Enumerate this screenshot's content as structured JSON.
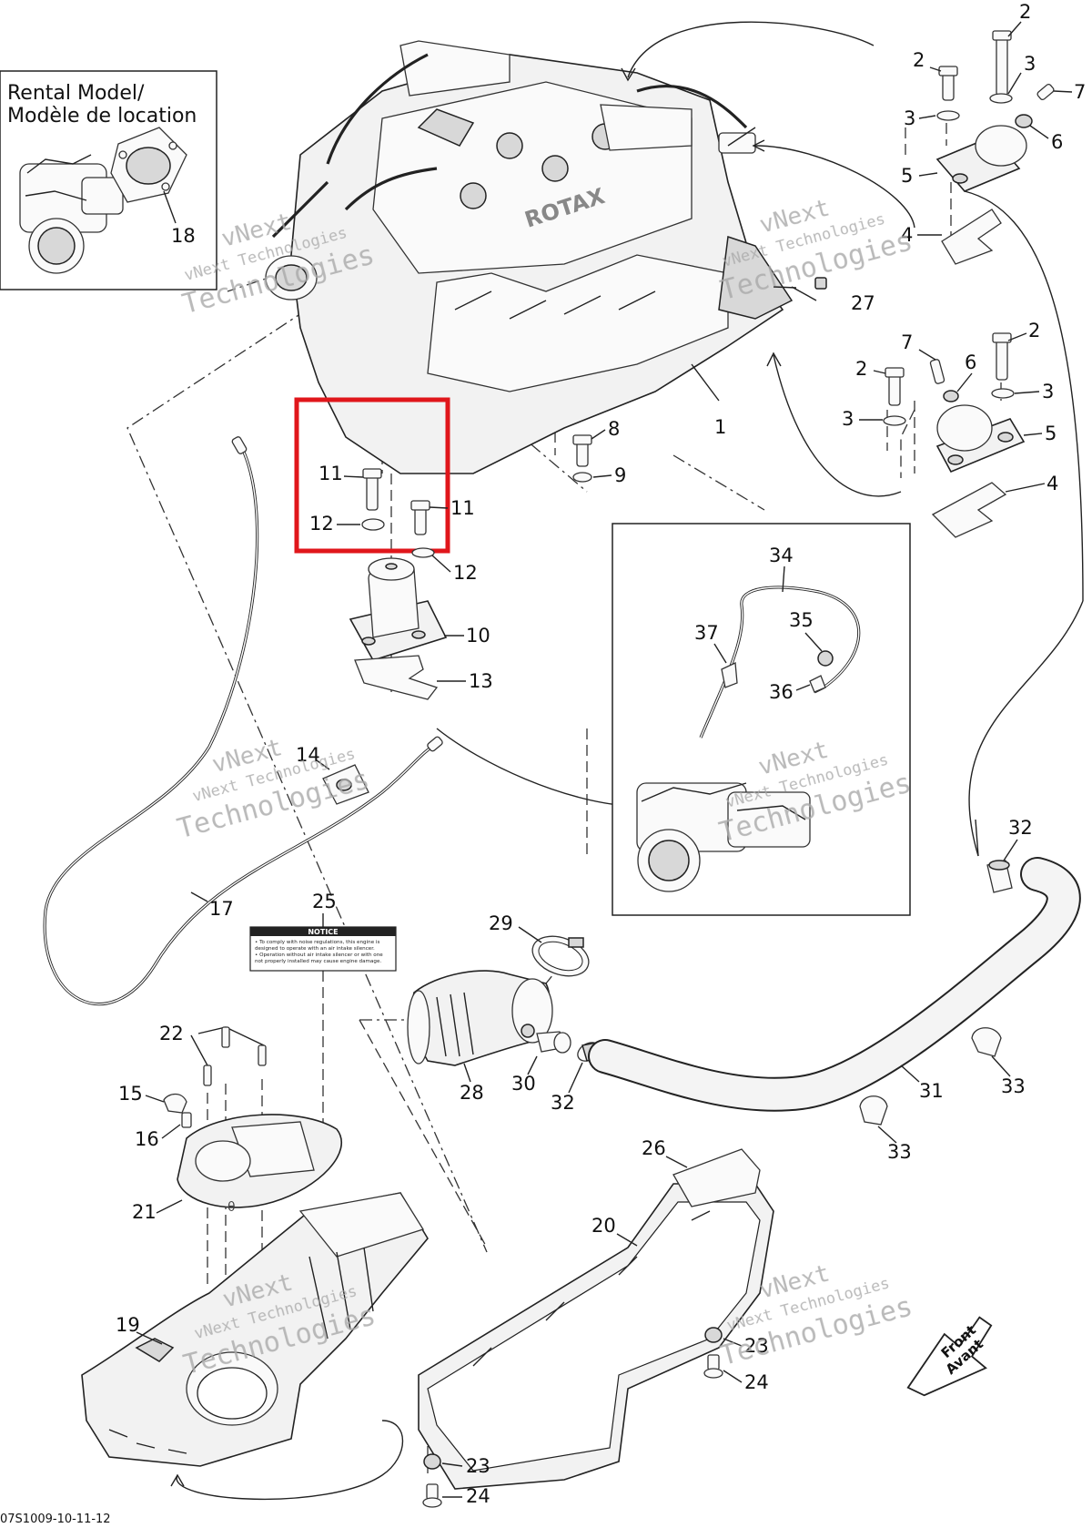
{
  "inset_box": {
    "title_line1": "Rental Model/",
    "title_line2": "Modèle de location"
  },
  "watermark": {
    "line1": "vNext",
    "line2": "vNext Technologies",
    "line3": "Technologies"
  },
  "notice_decal": {
    "title": "NOTICE",
    "body_line1": "• To comply with noise regulations, this engine is",
    "body_line2": "designed to operate with an air intake silencer.",
    "body_line3": "• Operation without air intake silencer or with one",
    "body_line4": "not properly installed may cause engine damage."
  },
  "engine_brand": "ROTAX",
  "front_arrow": {
    "line1": "Front",
    "line2": "Avant"
  },
  "drawing_code": "07S1009-10-11-12",
  "highlight": {
    "color": "#e0161b",
    "parts": [
      "11",
      "12",
      "11"
    ]
  },
  "callouts": [
    {
      "id": "c1",
      "label": "1"
    },
    {
      "id": "c2a",
      "label": "2"
    },
    {
      "id": "c2b",
      "label": "2"
    },
    {
      "id": "c2c",
      "label": "2"
    },
    {
      "id": "c2d",
      "label": "2"
    },
    {
      "id": "c3a",
      "label": "3"
    },
    {
      "id": "c3b",
      "label": "3"
    },
    {
      "id": "c3c",
      "label": "3"
    },
    {
      "id": "c3d",
      "label": "3"
    },
    {
      "id": "c4a",
      "label": "4"
    },
    {
      "id": "c4b",
      "label": "4"
    },
    {
      "id": "c5a",
      "label": "5"
    },
    {
      "id": "c5b",
      "label": "5"
    },
    {
      "id": "c6a",
      "label": "6"
    },
    {
      "id": "c6b",
      "label": "6"
    },
    {
      "id": "c7a",
      "label": "7"
    },
    {
      "id": "c7b",
      "label": "7"
    },
    {
      "id": "c8",
      "label": "8"
    },
    {
      "id": "c9",
      "label": "9"
    },
    {
      "id": "c10",
      "label": "10"
    },
    {
      "id": "c11a",
      "label": "11"
    },
    {
      "id": "c11b",
      "label": "11"
    },
    {
      "id": "c12a",
      "label": "12"
    },
    {
      "id": "c12b",
      "label": "12"
    },
    {
      "id": "c13",
      "label": "13"
    },
    {
      "id": "c14",
      "label": "14"
    },
    {
      "id": "c15",
      "label": "15"
    },
    {
      "id": "c16",
      "label": "16"
    },
    {
      "id": "c17",
      "label": "17"
    },
    {
      "id": "c18",
      "label": "18"
    },
    {
      "id": "c19",
      "label": "19"
    },
    {
      "id": "c20",
      "label": "20"
    },
    {
      "id": "c21",
      "label": "21"
    },
    {
      "id": "c22",
      "label": "22"
    },
    {
      "id": "c23a",
      "label": "23"
    },
    {
      "id": "c23b",
      "label": "23"
    },
    {
      "id": "c24a",
      "label": "24"
    },
    {
      "id": "c24b",
      "label": "24"
    },
    {
      "id": "c25",
      "label": "25"
    },
    {
      "id": "c26",
      "label": "26"
    },
    {
      "id": "c27",
      "label": "27"
    },
    {
      "id": "c28",
      "label": "28"
    },
    {
      "id": "c29",
      "label": "29"
    },
    {
      "id": "c30",
      "label": "30"
    },
    {
      "id": "c31",
      "label": "31"
    },
    {
      "id": "c32a",
      "label": "32"
    },
    {
      "id": "c32b",
      "label": "32"
    },
    {
      "id": "c33a",
      "label": "33"
    },
    {
      "id": "c33b",
      "label": "33"
    },
    {
      "id": "c34",
      "label": "34"
    },
    {
      "id": "c35",
      "label": "35"
    },
    {
      "id": "c36",
      "label": "36"
    },
    {
      "id": "c37",
      "label": "37"
    }
  ]
}
